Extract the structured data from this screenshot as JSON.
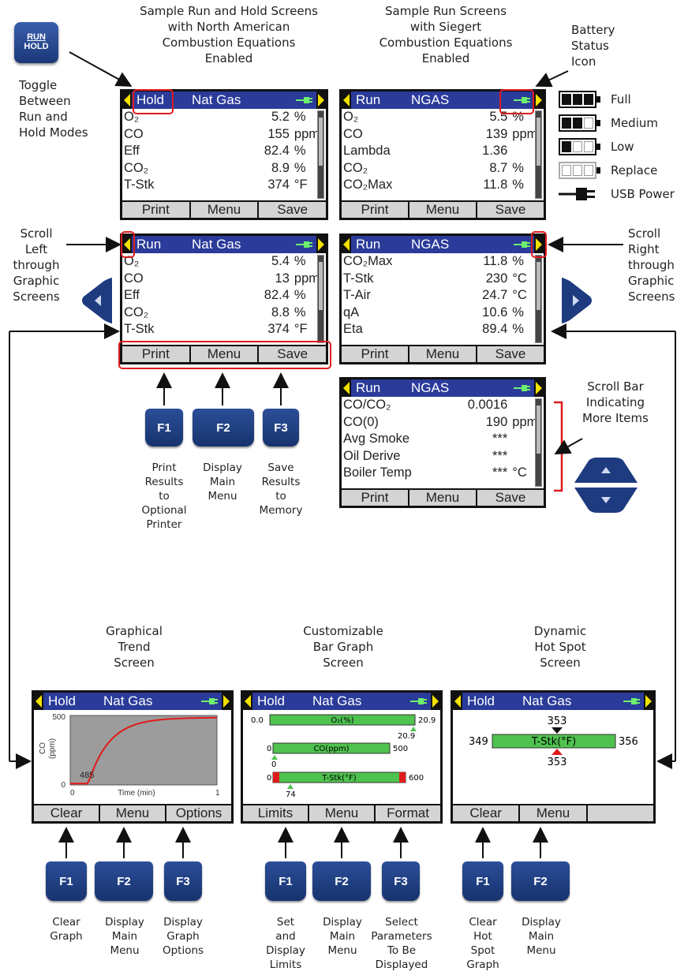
{
  "captions": {
    "na_title": "Sample Run and Hold Screens\nwith North American\nCombustion Equations\nEnabled",
    "siegert_title": "Sample Run Screens\nwith Siegert\nCombustion Equations\nEnabled",
    "battery_title": "Battery\nStatus\nIcon",
    "toggle": "Toggle\nBetween\nRun and\nHold Modes",
    "scroll_left": "Scroll\nLeft\nthrough\nGraphic\nScreens",
    "scroll_right": "Scroll\nRight\nthrough\nGraphic\nScreens",
    "scroll_bar": "Scroll Bar\nIndicating\nMore Items",
    "trend_title": "Graphical\nTrend\nScreen",
    "bar_title": "Customizable\nBar Graph\nScreen",
    "hotspot_title": "Dynamic\nHot Spot\nScreen"
  },
  "run_hold_key": {
    "line1": "RUN",
    "line2": "HOLD"
  },
  "battery": [
    {
      "label": "Full",
      "level": 3
    },
    {
      "label": "Medium",
      "level": 2
    },
    {
      "label": "Low",
      "level": 1
    },
    {
      "label": "Replace",
      "level": 0
    },
    {
      "label": "USB Power"
    }
  ],
  "screens": {
    "s1": {
      "mode": "Hold",
      "fuel": "Nat Gas",
      "rows": [
        [
          "O₂",
          "5.2",
          "%"
        ],
        [
          "CO",
          "155",
          "ppm"
        ],
        [
          "Eff",
          "82.4",
          "%"
        ],
        [
          "CO₂",
          "8.9",
          "%"
        ],
        [
          "T-Stk",
          "374",
          "°F"
        ]
      ],
      "foot": [
        "Print",
        "Menu",
        "Save"
      ]
    },
    "s2": {
      "mode": "Run",
      "fuel": "NGAS",
      "rows": [
        [
          "O₂",
          "5.5",
          "%"
        ],
        [
          "CO",
          "139",
          "ppm"
        ],
        [
          "Lambda",
          "1.36",
          ""
        ],
        [
          "CO₂",
          "8.7",
          "%"
        ],
        [
          "CO₂Max",
          "11.8",
          "%"
        ]
      ],
      "foot": [
        "Print",
        "Menu",
        "Save"
      ]
    },
    "s3": {
      "mode": "Run",
      "fuel": "Nat Gas",
      "rows": [
        [
          "O₂",
          "5.4",
          "%"
        ],
        [
          "CO",
          "13",
          "ppm"
        ],
        [
          "Eff",
          "82.4",
          "%"
        ],
        [
          "CO₂",
          "8.8",
          "%"
        ],
        [
          "T-Stk",
          "374",
          "°F"
        ]
      ],
      "foot": [
        "Print",
        "Menu",
        "Save"
      ]
    },
    "s4": {
      "mode": "Run",
      "fuel": "NGAS",
      "rows": [
        [
          "CO₂Max",
          "11.8",
          "%"
        ],
        [
          "T-Stk",
          "230",
          "°C"
        ],
        [
          "T-Air",
          "24.7",
          "°C"
        ],
        [
          "qA",
          "10.6",
          "%"
        ],
        [
          "Eta",
          "89.4",
          "%"
        ]
      ],
      "foot": [
        "Print",
        "Menu",
        "Save"
      ]
    },
    "s5": {
      "mode": "Run",
      "fuel": "NGAS",
      "rows": [
        [
          "CO/CO₂",
          "0.0016",
          ""
        ],
        [
          "CO(0)",
          "190",
          "ppm"
        ],
        [
          "Avg Smoke",
          "***",
          ""
        ],
        [
          "Oil Derive",
          "***",
          ""
        ],
        [
          "Boiler Temp",
          "***",
          "°C"
        ]
      ],
      "foot": [
        "Print",
        "Menu",
        "Save"
      ]
    },
    "trend": {
      "mode": "Hold",
      "fuel": "Nat Gas",
      "foot": [
        "Clear",
        "Menu",
        "Options"
      ],
      "ymax": "500",
      "ymin": "0",
      "ylabel": "CO\n(ppm)",
      "xmin": "0",
      "xmax": "1",
      "xlabel": "Time (min)",
      "point_label": "485"
    },
    "bargraph": {
      "mode": "Hold",
      "fuel": "Nat Gas",
      "foot": [
        "Limits",
        "Menu",
        "Format"
      ],
      "bars": [
        {
          "min": "0.0",
          "label": "O₂(%)",
          "max": "20.9",
          "marker": "20.9"
        },
        {
          "min": "0",
          "label": "CO(ppm)",
          "max": "500",
          "marker": "0"
        },
        {
          "min": "0",
          "label": "T-Stk(°F)",
          "max": "600",
          "marker": "74"
        }
      ]
    },
    "hotspot": {
      "mode": "Hold",
      "fuel": "Nat Gas",
      "foot": [
        "Clear",
        "Menu",
        ""
      ],
      "min": "349",
      "max": "356",
      "label": "T-Stk(°F)",
      "top": "353",
      "bottom": "353"
    }
  },
  "keys": {
    "f1": "F1",
    "f2": "F2",
    "f3": "F3"
  },
  "fkey_desc_top": [
    "Print\nResults\nto\nOptional\nPrinter",
    "Display\nMain\nMenu",
    "Save\nResults\nto\nMemory"
  ],
  "fkey_desc_bottom": [
    "Clear\nGraph",
    "Display\nMain\nMenu",
    "Display\nGraph\nOptions",
    "Set\nand\nDisplay\nLimits",
    "Display\nMain\nMenu",
    "Select\nParameters\nTo Be\nDisplayed",
    "Clear\nHot\nSpot\nGraph",
    "Display\nMain\nMenu"
  ],
  "colors": {
    "header": "#2a3b9a",
    "highlight": "#e01b1b",
    "bar": "#4fc24f",
    "trend_line": "#e01b1b"
  }
}
